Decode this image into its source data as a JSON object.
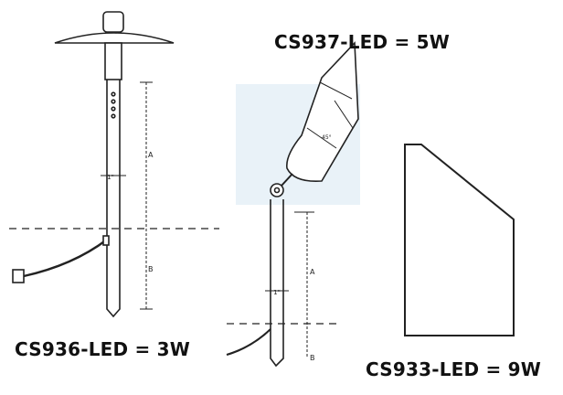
{
  "captions": {
    "cs937": "CS937-LED = 5W",
    "cs936": "CS936-LED = 3W",
    "cs933": "CS933-LED = 9W"
  },
  "dimension_labels": {
    "width": "1\"",
    "a": "A",
    "b": "B",
    "angle": "45°"
  },
  "colors": {
    "line": "#222222",
    "glow": "#e9f2f8",
    "text": "#111111"
  }
}
